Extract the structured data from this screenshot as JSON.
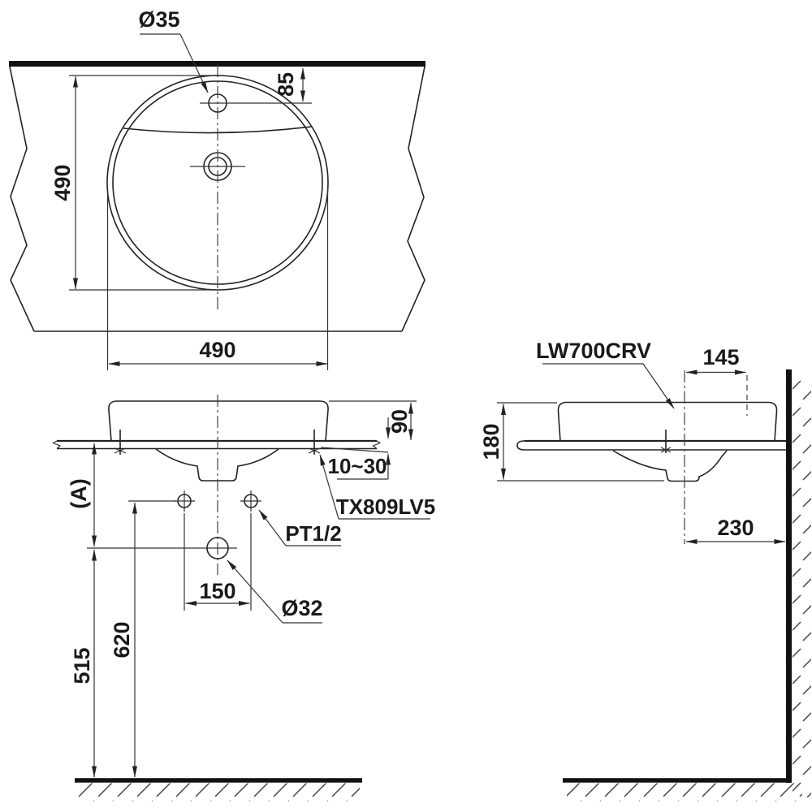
{
  "top_view": {
    "faucet_hole_diameter": "Ø35",
    "faucet_hole_offset": "85",
    "basin_diameter_vertical": "490",
    "basin_diameter_horizontal": "490"
  },
  "front_view": {
    "rim_height_above_counter": "90",
    "counter_thickness_range": "10~30",
    "faucet_model": "TX809LV5",
    "supply_thread": "PT1/2",
    "drain_diameter": "Ø32",
    "supply_hole_spacing": "150",
    "counter_height_ref": "(A)",
    "supply_height_above_floor": "620",
    "drain_height_above_floor": "515"
  },
  "side_view": {
    "product_code": "LW700CRV",
    "center_to_back_edge": "145",
    "overall_depth_height": "180",
    "drain_center_to_wall": "230"
  }
}
